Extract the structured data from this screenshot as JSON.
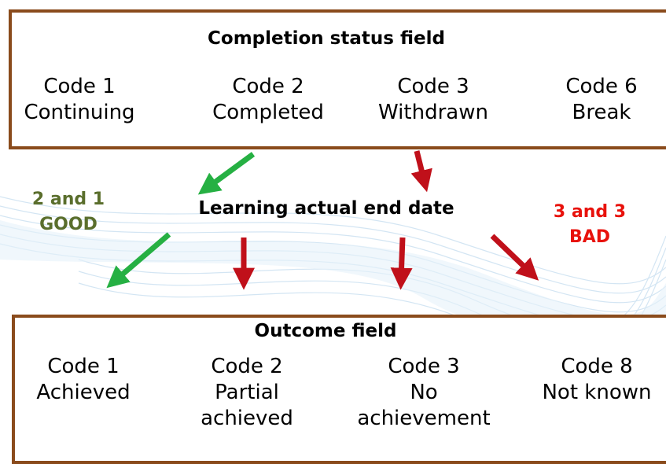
{
  "completion": {
    "title": "Completion status field",
    "codes": [
      {
        "code": "Code 1",
        "label": "Continuing"
      },
      {
        "code": "Code 2",
        "label": "Completed"
      },
      {
        "code": "Code 3",
        "label": "Withdrawn"
      },
      {
        "code": "Code 6",
        "label": "Break"
      }
    ]
  },
  "middle": {
    "center_label": "Learning actual end date",
    "good_line1": "2 and 1",
    "good_line2": "GOOD",
    "bad_line1": "3 and 3",
    "bad_line2": "BAD"
  },
  "outcome": {
    "title": "Outcome field",
    "codes": [
      {
        "code": "Code 1",
        "line1": "Achieved",
        "line2": ""
      },
      {
        "code": "Code 2",
        "line1": "Partial",
        "line2": "achieved"
      },
      {
        "code": "Code 3",
        "line1": "No",
        "line2": "achievement"
      },
      {
        "code": "Code 8",
        "line1": "Not known",
        "line2": ""
      }
    ]
  },
  "colors": {
    "border": "#8a4b1c",
    "good": "#5a6e2c",
    "bad": "#e8120c",
    "green_arrow": "#26b043",
    "red_arrow": "#c0101a"
  }
}
